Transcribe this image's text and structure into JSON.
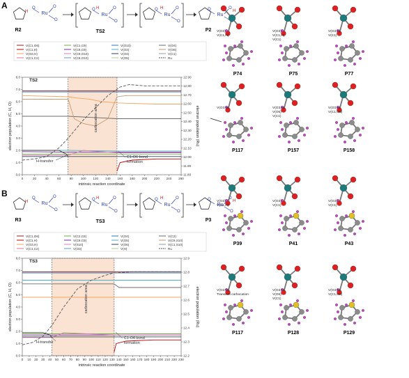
{
  "figure": {
    "panel_a_letter": "A",
    "panel_b_letter": "B"
  },
  "panel_a": {
    "scheme": {
      "r_label": "R2",
      "ts_label": "TS2",
      "p_label": "P2"
    },
    "legend": [
      "V(C1,O6)",
      "V(C1,C9)",
      "V(O10)",
      "V(O4)",
      "V(C1,H)",
      "V(C8,C9)",
      "V(O3)",
      "V(O6)",
      "V(O3,H)",
      "V(C9,O10)",
      "V(O4)",
      "V(C1)",
      "V(C1,C2)",
      "V(C8,O10)",
      "V(O5)",
      "Ru"
    ],
    "chart_data": {
      "type": "line",
      "title": "TS2",
      "xlabel": "intrinsic reaction coordinate",
      "ylabel": "electron population (C, H, O)",
      "y2label": "electron population (Ru)",
      "xlim": [
        0,
        260
      ],
      "xticks": [
        0,
        20,
        40,
        60,
        80,
        100,
        120,
        140,
        160,
        180,
        200,
        220,
        240,
        260
      ],
      "ylim": [
        0.0,
        8.0
      ],
      "yticks": [
        "0.0",
        "1.0",
        "2.0",
        "3.0",
        "4.0",
        "5.0",
        "6.0",
        "7.0",
        "8.0"
      ],
      "y2lim": [
        11.8,
        12.9
      ],
      "y2ticks": [
        "11.80",
        "11.90",
        "12.00",
        "12.10",
        "12.20",
        "12.30",
        "12.40",
        "12.50",
        "12.60",
        "12.70",
        "12.80",
        "12.90"
      ],
      "region": [
        75,
        155
      ],
      "series": [
        {
          "color": "#8a1f1f",
          "dash": "",
          "x": [
            0,
            75,
            155,
            260
          ],
          "y": [
            6.9,
            6.9,
            6.9,
            6.9
          ]
        },
        {
          "color": "#2e75b6",
          "dash": "",
          "x": [
            0,
            75,
            155,
            260
          ],
          "y": [
            6.8,
            6.8,
            6.8,
            6.8
          ]
        },
        {
          "color": "#6b6b6b",
          "dash": "",
          "x": [
            0,
            75,
            155,
            260
          ],
          "y": [
            4.8,
            4.8,
            4.6,
            4.6
          ]
        },
        {
          "color": "#f2a45c",
          "dash": "",
          "x": [
            0,
            75,
            90,
            110,
            130,
            155,
            180,
            220,
            260
          ],
          "y": [
            6.5,
            6.4,
            6.3,
            6.2,
            6.0,
            5.9,
            5.85,
            5.8,
            5.8
          ]
        },
        {
          "color": "#c59a6e",
          "dash": "",
          "x": [
            0,
            75,
            85,
            100,
            120,
            140,
            155,
            170,
            200,
            260
          ],
          "y": [
            6.2,
            6.2,
            4.6,
            4.2,
            4.0,
            4.6,
            6.4,
            6.5,
            6.5,
            6.5
          ]
        },
        {
          "color": "#70ad47",
          "dash": "",
          "x": [
            0,
            75,
            155,
            260
          ],
          "y": [
            1.7,
            1.7,
            1.7,
            1.7
          ]
        },
        {
          "color": "#7030a0",
          "dash": "",
          "x": [
            0,
            75,
            155,
            260
          ],
          "y": [
            1.9,
            1.85,
            1.85,
            1.85
          ]
        },
        {
          "color": "#4aaed0",
          "dash": "",
          "x": [
            0,
            75,
            155,
            260
          ],
          "y": [
            2.0,
            2.0,
            1.95,
            1.95
          ]
        },
        {
          "color": "#d77fb3",
          "dash": "",
          "x": [
            0,
            75,
            100,
            155,
            260
          ],
          "y": [
            1.6,
            1.6,
            2.0,
            1.8,
            1.8
          ]
        },
        {
          "color": "#2e4057",
          "dash": "",
          "x": [
            0,
            75,
            155,
            260
          ],
          "y": [
            1.5,
            1.5,
            1.5,
            1.5
          ]
        },
        {
          "color": "#3a3a3a",
          "dash": "",
          "x": [
            0,
            60,
            72,
            75
          ],
          "y": [
            2.0,
            2.0,
            1.7,
            1.5
          ]
        },
        {
          "color": "#c00000",
          "dash": "",
          "x": [
            155,
            160,
            180,
            220,
            260
          ],
          "y": [
            0.3,
            1.0,
            1.2,
            1.3,
            1.3
          ]
        },
        {
          "color": "#555555",
          "dash": "4,2",
          "x": [
            0,
            20,
            40,
            60,
            75,
            100,
            120,
            140,
            160,
            175,
            200,
            260
          ],
          "y": [
            1.2,
            1.3,
            1.5,
            2.2,
            3.0,
            4.5,
            5.5,
            6.5,
            7.2,
            7.4,
            7.3,
            7.3
          ]
        }
      ],
      "annotations": [
        "carbocation area",
        "H-transfer",
        "C1-O6 bond formation"
      ]
    },
    "structures": [
      {
        "label": "P74",
        "v1": "V(O3)",
        "v2": "V(C1,H)"
      },
      {
        "label": "P75",
        "v1": "V(O3)",
        "v2": "V(C1,H)",
        "v3": "V(C1)"
      },
      {
        "label": "P77",
        "v1": "V(O3,H)",
        "v2": "V(C1)"
      },
      {
        "label": "P117",
        "v1": "V(O3,H)",
        "v2": ""
      },
      {
        "label": "P157",
        "v1": "V(O3,H)",
        "v2": "V(O6)",
        "v3": "V(C1)"
      },
      {
        "label": "P158",
        "v1": "V(O3,H)",
        "v2": "V(C1,O6)"
      }
    ]
  },
  "panel_b": {
    "scheme": {
      "r_label": "R3",
      "ts_label": "TS3",
      "p_label": "P3"
    },
    "legend": [
      "V(C1,O6)",
      "V(C2,C8)",
      "V(O4)",
      "V(C2)",
      "V(C1,H)",
      "V(C8,C9)",
      "V(O5)",
      "V(C9,S10)",
      "V(O3,H)",
      "V(S10)",
      "V(O6)",
      "V(C1,S10)",
      "V(C1,C2)",
      "V(O3)",
      "V(H)",
      "Ru"
    ],
    "chart_data": {
      "type": "line",
      "title": "TS3",
      "xlabel": "intrinsic reaction coordinate",
      "ylabel": "electron population (C, H, O)",
      "y2label": "electron population (Ru)",
      "xlim": [
        0,
        230
      ],
      "xticks": [
        0,
        10,
        20,
        30,
        40,
        50,
        60,
        70,
        80,
        90,
        100,
        110,
        120,
        130,
        140,
        150,
        160,
        170,
        180,
        190,
        200,
        210,
        220,
        230
      ],
      "ylim": [
        0.0,
        8.0
      ],
      "yticks": [
        "0.0",
        "1.0",
        "2.0",
        "3.0",
        "4.0",
        "5.0",
        "6.0",
        "7.0",
        "8.0"
      ],
      "y2lim": [
        12.2,
        12.9
      ],
      "y2ticks": [
        "12.2",
        "12.3",
        "12.4",
        "12.5",
        "12.6",
        "12.7",
        "12.8",
        "12.9"
      ],
      "region": [
        43,
        133
      ],
      "series": [
        {
          "color": "#8a1f1f",
          "dash": "",
          "x": [
            0,
            43,
            133,
            230
          ],
          "y": [
            6.9,
            6.9,
            6.9,
            6.9
          ]
        },
        {
          "color": "#2e75b6",
          "dash": "",
          "x": [
            0,
            43,
            133,
            230
          ],
          "y": [
            6.8,
            6.8,
            6.8,
            6.8
          ]
        },
        {
          "color": "#4aaed0",
          "dash": "",
          "x": [
            0,
            43,
            133,
            230
          ],
          "y": [
            6.2,
            6.2,
            6.2,
            6.2
          ]
        },
        {
          "color": "#6b6b6b",
          "dash": "",
          "x": [
            0,
            43,
            133,
            140,
            230
          ],
          "y": [
            5.9,
            5.9,
            5.9,
            5.6,
            5.6
          ]
        },
        {
          "color": "#f2a45c",
          "dash": "",
          "x": [
            0,
            43,
            133,
            230
          ],
          "y": [
            4.8,
            4.8,
            4.8,
            4.8
          ]
        },
        {
          "color": "#70ad47",
          "dash": "",
          "x": [
            0,
            43,
            133,
            230
          ],
          "y": [
            1.8,
            1.8,
            1.8,
            1.8
          ]
        },
        {
          "color": "#7030a0",
          "dash": "",
          "x": [
            0,
            43,
            133,
            230
          ],
          "y": [
            1.7,
            1.7,
            1.7,
            1.7
          ]
        },
        {
          "color": "#d77fb3",
          "dash": "",
          "x": [
            0,
            43,
            60,
            133,
            230
          ],
          "y": [
            1.5,
            1.5,
            1.9,
            1.7,
            1.7
          ]
        },
        {
          "color": "#2e4057",
          "dash": "",
          "x": [
            0,
            43,
            133,
            230
          ],
          "y": [
            1.55,
            1.55,
            1.55,
            1.55
          ]
        },
        {
          "color": "#3a3a3a",
          "dash": "",
          "x": [
            0,
            30,
            40,
            43
          ],
          "y": [
            1.9,
            1.9,
            1.7,
            1.5
          ]
        },
        {
          "color": "#c00000",
          "dash": "",
          "x": [
            133,
            136,
            150,
            190,
            230
          ],
          "y": [
            0.3,
            1.0,
            1.2,
            1.3,
            1.3
          ]
        },
        {
          "color": "#555555",
          "dash": "4,2",
          "x": [
            0,
            15,
            30,
            43,
            60,
            80,
            100,
            120,
            133,
            160,
            230
          ],
          "y": [
            0.9,
            1.1,
            1.6,
            2.5,
            4.0,
            5.5,
            6.2,
            6.6,
            6.8,
            6.9,
            6.9
          ]
        }
      ],
      "annotations": [
        "carbocation area",
        "H-transfer",
        "C1-O6 bond formation"
      ]
    },
    "structures": [
      {
        "label": "P39",
        "v1": "V(O3)",
        "v2": "V(C1,H)"
      },
      {
        "label": "P41",
        "v1": "V(O3)",
        "v2": "V(C1)"
      },
      {
        "label": "P43",
        "v1": "V(O3)",
        "v2": "V(C1)"
      },
      {
        "label": "P117",
        "v1": "V(O3,H)",
        "v2": "Transient carbocation"
      },
      {
        "label": "P128",
        "v1": "V(O3,H)",
        "v2": "V(O6)",
        "v3": "V(C1)"
      },
      {
        "label": "P129",
        "v1": "V(O3,H)",
        "v2": "V(C1,O6)"
      }
    ]
  },
  "colors": {
    "ru": "#1c7a7a",
    "oxygen": "#e02020",
    "carbon": "#8c8c8c",
    "hydrogen": "#d040d0",
    "sulfur": "#e0c020",
    "region_fill": "#fbe3d4"
  }
}
